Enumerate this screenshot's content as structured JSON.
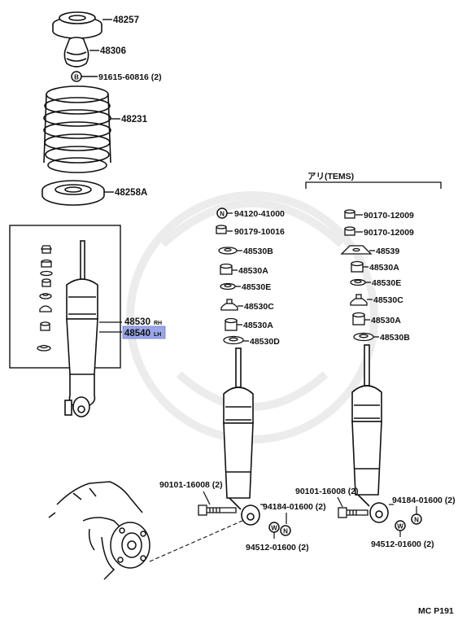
{
  "diagram": {
    "parts_top": [
      {
        "id": "p48257",
        "code": "48257"
      },
      {
        "id": "p48306",
        "code": "48306"
      },
      {
        "id": "p91615",
        "code": "91615-60816 (2)"
      },
      {
        "id": "p48231",
        "code": "48231"
      },
      {
        "id": "p48258A",
        "code": "48258A"
      }
    ],
    "absorber_left": {
      "code_rh": "48530",
      "code_rh_suffix": "RH",
      "code_lh": "48540",
      "code_lh_suffix": "LH"
    },
    "middle_column": [
      {
        "id": "m94120",
        "code": "94120-41000"
      },
      {
        "id": "m90179",
        "code": "90179-10016"
      },
      {
        "id": "m48530B",
        "code": "48530B"
      },
      {
        "id": "m48530A1",
        "code": "48530A"
      },
      {
        "id": "m48530E",
        "code": "48530E"
      },
      {
        "id": "m48530C",
        "code": "48530C"
      },
      {
        "id": "m48530A2",
        "code": "48530A"
      },
      {
        "id": "m48530D",
        "code": "48530D"
      }
    ],
    "tems_header": "アリ(TEMS)",
    "right_column": [
      {
        "id": "r90170a",
        "code": "90170-12009"
      },
      {
        "id": "r90170b",
        "code": "90170-12009"
      },
      {
        "id": "r48539",
        "code": "48539"
      },
      {
        "id": "r48530A1",
        "code": "48530A"
      },
      {
        "id": "r48530E",
        "code": "48530E"
      },
      {
        "id": "r48530C",
        "code": "48530C"
      },
      {
        "id": "r48530A2",
        "code": "48530A"
      },
      {
        "id": "r48530B",
        "code": "48530B"
      }
    ],
    "bolts": {
      "bolt_mid": "90101-16008 (2)",
      "bolt_right": "90101-16008 (2)",
      "nut_mid": "94184-01600 (2)",
      "nut_right": "94184-01600 (2)",
      "washer_mid": "94512-01600 (2)",
      "washer_right": "94512-01600 (2)"
    },
    "markers": {
      "n": "N",
      "b": "B",
      "w": "W"
    },
    "footer_code": "MC P191",
    "highlight_color": "#9aa6e8"
  }
}
